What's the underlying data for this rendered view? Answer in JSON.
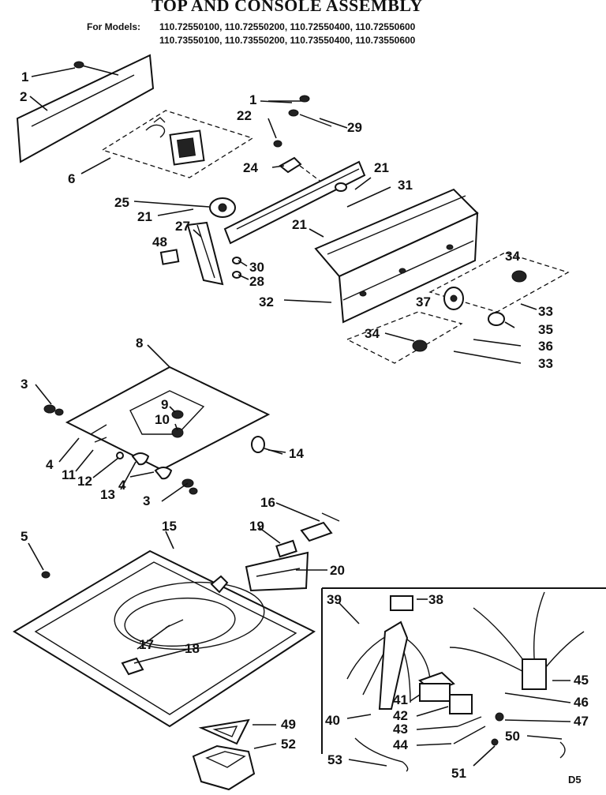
{
  "header": {
    "title": "TOP AND CONSOLE ASSEMBLY",
    "models_label": "For Models:",
    "models_line1": "110.72550100, 110.72550200, 110.72550400, 110.72550600",
    "models_line2": "110.73550100, 110.73550200, 110.73550400, 110.73550600"
  },
  "callouts": {
    "c1a": "1",
    "c2": "2",
    "c6": "6",
    "c1b": "1",
    "c22": "22",
    "c29": "29",
    "c24": "24",
    "c21a": "21",
    "c31": "31",
    "c25": "25",
    "c21b": "21",
    "c21c": "21",
    "c27": "27",
    "c48": "48",
    "c30": "30",
    "c28": "28",
    "c34a": "34",
    "c32": "32",
    "c37": "37",
    "c33a": "33",
    "c35": "35",
    "c34b": "34",
    "c36": "36",
    "c33b": "33",
    "c8": "8",
    "c3a": "3",
    "c9": "9",
    "c10": "10",
    "c14": "14",
    "c4a": "4",
    "c11": "11",
    "c12": "12",
    "c13": "13",
    "c4b": "4",
    "c3b": "3",
    "c16": "16",
    "c19": "19",
    "c5": "5",
    "c15": "15",
    "c20": "20",
    "c17": "17",
    "c18": "18",
    "c39": "39",
    "c38": "38",
    "c45": "45",
    "c41": "41",
    "c46": "46",
    "c42": "42",
    "c40": "40",
    "c47": "47",
    "c43": "43",
    "c50": "50",
    "c44": "44",
    "c53": "53",
    "c49": "49",
    "c52": "52",
    "c51": "51"
  },
  "footer": {
    "code": "D5"
  }
}
